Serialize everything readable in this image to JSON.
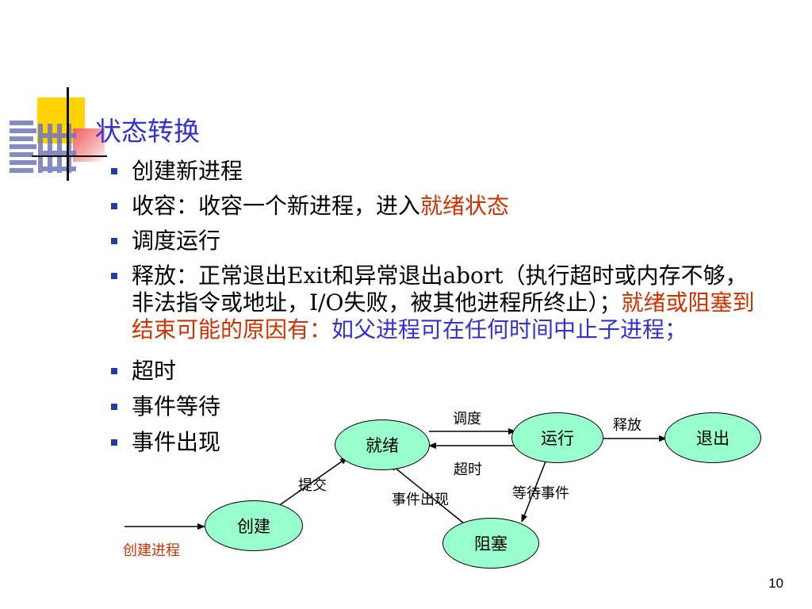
{
  "slide": {
    "title": "状态转换",
    "bullets": [
      {
        "parts": [
          {
            "text": "创建新进程",
            "color": "black"
          }
        ]
      },
      {
        "parts": [
          {
            "text": "收容：收容一个新进程，进入",
            "color": "black"
          },
          {
            "text": "就绪状态",
            "color": "red"
          }
        ]
      },
      {
        "parts": [
          {
            "text": "调度运行",
            "color": "black"
          }
        ]
      },
      {
        "parts": [
          {
            "text": "释放：正常退出Exit和异常退出abort（执行超时或内存不够，非法指令或地址，I/O失败，被其他进程所终止）；",
            "color": "black"
          },
          {
            "text": "就绪或阻塞到结束可能的原因有：",
            "color": "red"
          },
          {
            "text": "如父进程可在任何时间中止子进程；",
            "color": "blue"
          }
        ]
      },
      {
        "parts": [
          {
            "text": "超时",
            "color": "black"
          }
        ]
      },
      {
        "parts": [
          {
            "text": "事件等待",
            "color": "black"
          }
        ]
      },
      {
        "parts": [
          {
            "text": "事件出现",
            "color": "black"
          }
        ]
      }
    ],
    "page_number": "10"
  },
  "diagram": {
    "nodes": {
      "ready": "就绪",
      "running": "运行",
      "exit": "退出",
      "create": "创建",
      "blocked": "阻塞"
    },
    "edges": {
      "dispatch": "调度",
      "release": "释放",
      "timeout": "超时",
      "submit": "提交",
      "event_occurs": "事件出现",
      "event_wait": "等待事件",
      "create_process": "创建进程"
    }
  },
  "colors": {
    "title": "#3333CC",
    "highlight_red": "#CC3300",
    "highlight_blue": "#3333CC",
    "node_fill": "#99FFCC"
  }
}
